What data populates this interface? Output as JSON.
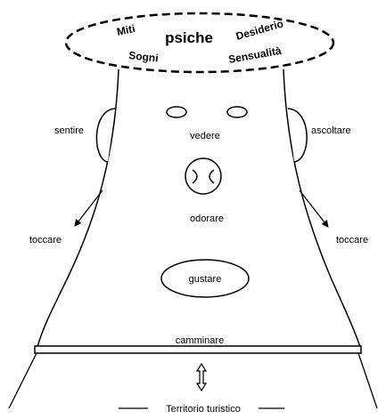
{
  "top_ellipse": {
    "center": "psiche",
    "items": [
      "Miti",
      "Sogni",
      "Desiderio",
      "Sensualità"
    ]
  },
  "senses": {
    "sentire": "sentire",
    "ascoltare": "ascoltare",
    "vedere": "vedere",
    "odorare": "odorare",
    "toccare_left": "toccare",
    "toccare_right": "toccare",
    "gustare": "gustare",
    "camminare": "camminare"
  },
  "footer": {
    "territory": "Territorio turistico"
  },
  "colors": {
    "ink": "#000000",
    "background": "#ffffff"
  }
}
